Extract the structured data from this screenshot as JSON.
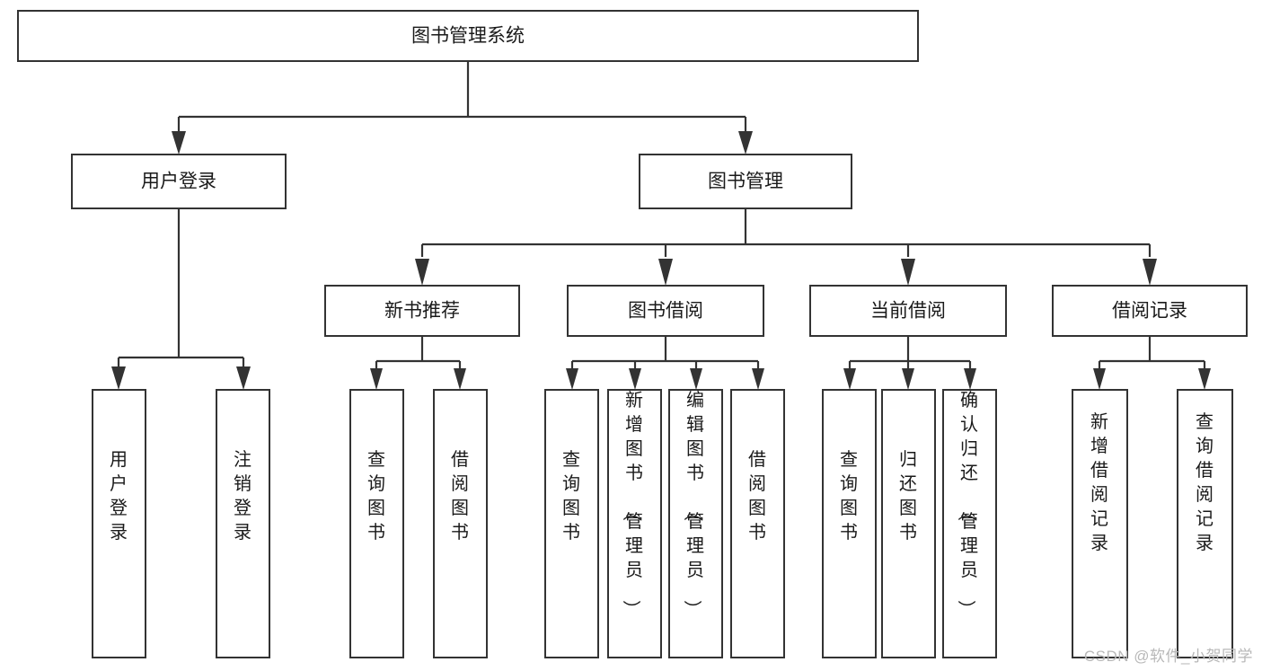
{
  "diagram": {
    "type": "tree",
    "title": "图书管理系统",
    "colors": {
      "box_fill": "#ffffff",
      "box_stroke": "#333333",
      "text": "#1a1a1a",
      "watermark": "#b8b8b8",
      "background": "#ffffff"
    },
    "root": {
      "label": "图书管理系统"
    },
    "level1": [
      {
        "label": "用户登录"
      },
      {
        "label": "图书管理"
      }
    ],
    "level2": [
      {
        "label": "新书推荐"
      },
      {
        "label": "图书借阅"
      },
      {
        "label": "当前借阅"
      },
      {
        "label": "借阅记录"
      }
    ],
    "leaves": {
      "user_login": [
        {
          "label": "用户登录"
        },
        {
          "label": "注销登录"
        }
      ],
      "new_book_recommend": [
        {
          "label": "查询图书"
        },
        {
          "label": "借阅图书"
        }
      ],
      "book_borrow": [
        {
          "label": "查询图书"
        },
        {
          "label": "新增图书（管理员）"
        },
        {
          "label": "编辑图书（管理员）"
        },
        {
          "label": "借阅图书"
        }
      ],
      "current_borrow": [
        {
          "label": "查询图书"
        },
        {
          "label": "归还图书"
        },
        {
          "label": "确认归还（管理员）"
        }
      ],
      "borrow_record": [
        {
          "label": "新增借阅记录"
        },
        {
          "label": "查询借阅记录"
        }
      ]
    },
    "watermark": "CSDN @软件_小贺同学"
  }
}
